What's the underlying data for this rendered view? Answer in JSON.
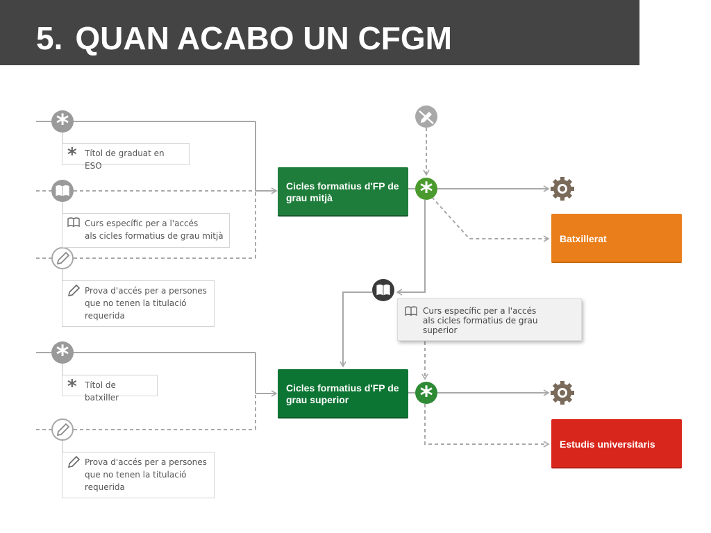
{
  "title": {
    "number": "5.",
    "text": "QUAN ACABO UN CFGM"
  },
  "notes": {
    "titol_eso": "Títol de graduat en ESO",
    "curs_mitja": [
      "Curs específic per a l'accés",
      "als cicles formatius de grau mitjà"
    ],
    "prova_1": [
      "Prova d'accés per a persones",
      "que no tenen la titulació",
      "requerida"
    ],
    "titol_batxiller": "Títol de batxiller",
    "prova_2": [
      "Prova d'accés per a persones",
      "que no tenen la titulació",
      "requerida"
    ],
    "curs_superior": [
      "Curs específic per a l'accés",
      "als cicles formatius de grau",
      "superior"
    ]
  },
  "boxes": {
    "cfgm": [
      "Cicles formatius d'FP de",
      "grau mitjà"
    ],
    "cfgs": [
      "Cicles formatius d'FP de",
      "grau superior"
    ],
    "batxillerat": "Batxillerat",
    "universitat": "Estudis universitaris"
  },
  "colors": {
    "title_bg": "#444444",
    "cfgm_green": "#1e7d3a",
    "cfgs_green": "#0d7534",
    "node_green": "#4a9a2e",
    "batxillerat_orange": "#e97e1a",
    "universitat_red": "#d9261c",
    "gear_brown": "#7a6a5a",
    "line_gray": "#a8a8a8"
  },
  "icons": {
    "qualification": "asterisk-icon",
    "course": "book-icon",
    "exam": "pencil-icon",
    "no_requirement": "crossed-pencil-icon",
    "work": "gear-icon"
  }
}
